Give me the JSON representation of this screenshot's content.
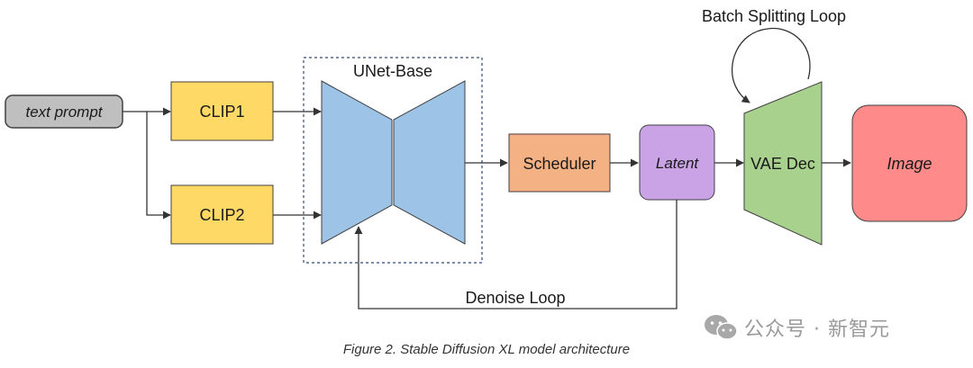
{
  "nodes": {
    "text_prompt": "text prompt",
    "clip1": "CLIP1",
    "clip2": "CLIP2",
    "unet": "UNet-Base",
    "scheduler": "Scheduler",
    "latent": "Latent",
    "vae": "VAE Dec",
    "image": "Image"
  },
  "loops": {
    "batch": "Batch Splitting Loop",
    "denoise": "Denoise Loop"
  },
  "caption": "Figure 2. Stable Diffusion XL model architecture",
  "watermark": {
    "text": "公众号 · 新智元"
  },
  "colors": {
    "text_prompt_fill": "#bfbfbf",
    "clip_fill": "#ffd966",
    "unet_fill": "#9dc3e6",
    "scheduler_fill": "#f4b183",
    "latent_fill": "#c9a3e6",
    "vae_fill": "#a9d18e",
    "image_fill": "#ff8a8a",
    "stroke": "#404040",
    "line": "#333333"
  }
}
